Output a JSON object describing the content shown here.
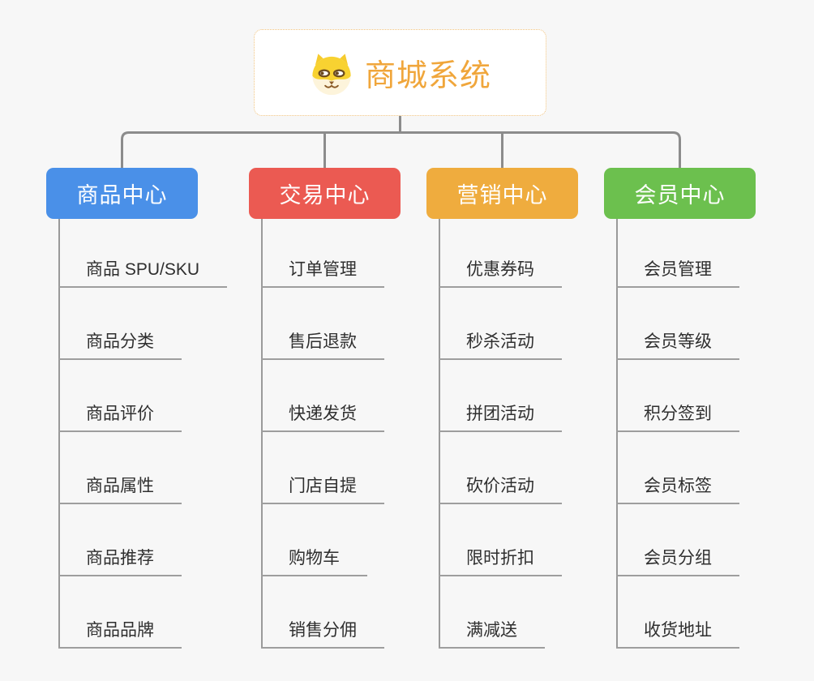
{
  "page": {
    "background": "#F7F7F7"
  },
  "connector_color": "#8C8C8C",
  "root": {
    "title": "商城系统",
    "icon": "dog-face-icon",
    "accent_color": "#F0A63B",
    "border_color": "#F1C27D"
  },
  "branches": [
    {
      "label": "商品中心",
      "color": "#4A90E8",
      "children": [
        "商品 SPU/SKU",
        "商品分类",
        "商品评价",
        "商品属性",
        "商品推荐",
        "商品品牌"
      ]
    },
    {
      "label": "交易中心",
      "color": "#EB5A52",
      "children": [
        "订单管理",
        "售后退款",
        "快递发货",
        "门店自提",
        "购物车",
        "销售分佣"
      ]
    },
    {
      "label": "营销中心",
      "color": "#EFAC3E",
      "children": [
        "优惠券码",
        "秒杀活动",
        "拼团活动",
        "砍价活动",
        "限时折扣",
        "满减送"
      ]
    },
    {
      "label": "会员中心",
      "color": "#6CC04E",
      "children": [
        "会员管理",
        "会员等级",
        "积分签到",
        "会员标签",
        "会员分组",
        "收货地址"
      ]
    }
  ]
}
